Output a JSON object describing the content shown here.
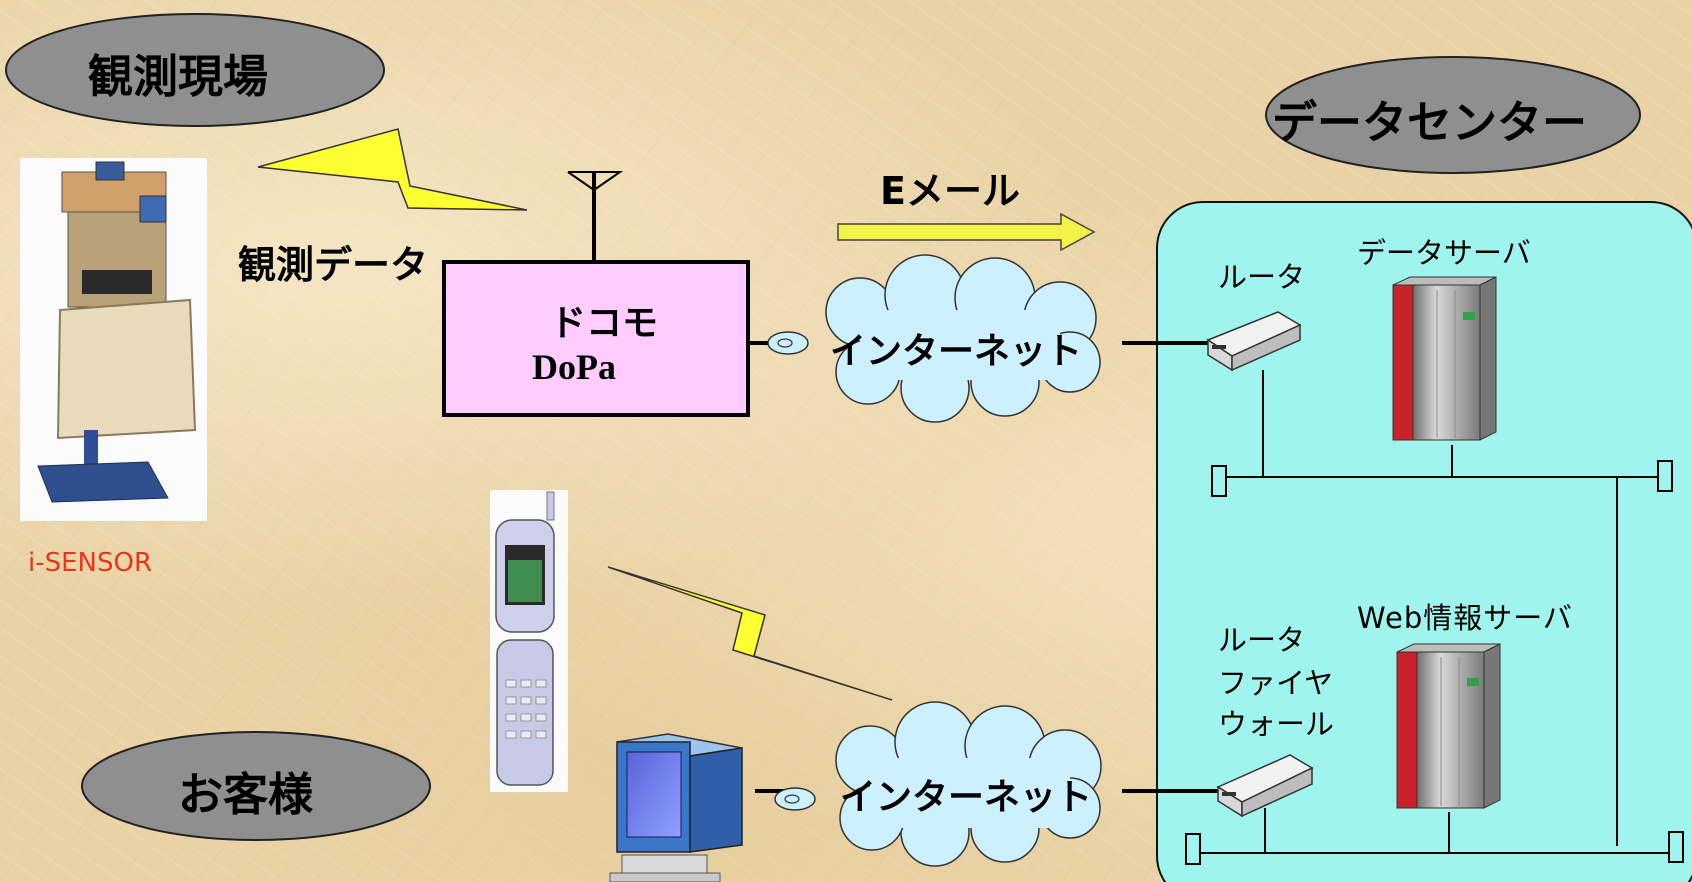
{
  "site_label": "観測現場",
  "datacenter_label": "データセンター",
  "customer_label": "お客様",
  "sensor_caption": "i-SENSOR",
  "observation_data_label": "観測データ",
  "email_label": "Eメール",
  "docomo_box": {
    "line1": "ドコモ",
    "line2": "DoPa"
  },
  "internet_top": "インターネット",
  "internet_bottom": "インターネット",
  "router_top": "ルータ",
  "data_server": "データサーバ",
  "router_bottom": "ルータ",
  "firewall_line1": "ファイヤ",
  "firewall_line2": "ウォール",
  "web_server": "Web情報サーバ",
  "colors": {
    "oval_fill": "#8f8f8f",
    "docomo_fill": "#ffccff",
    "cloud_fill": "#cdf0ff",
    "datacenter_fill": "#9ff5ee",
    "lightning": "#ffff33",
    "arrow": "#f3f34a",
    "sensor_caption": "#e8351d"
  }
}
